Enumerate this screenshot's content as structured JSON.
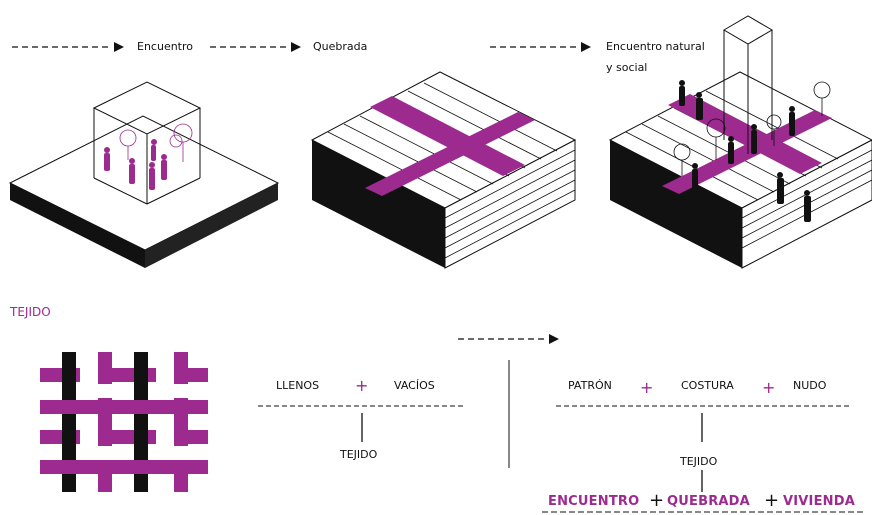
{
  "flow": {
    "step1": "Encuentro",
    "step2": "Quebrada",
    "step3_line1": "Encuentro natural",
    "step3_line2": "y social"
  },
  "section_title": "TEJIDO",
  "equation1": {
    "left": "LLENOS",
    "op": "+",
    "right": "VACÍOS",
    "result": "TEJIDO"
  },
  "equation2": {
    "a": "PATRÓN",
    "op1": "+",
    "b": "COSTURA",
    "op2": "+",
    "c": "NUDO",
    "result": "TEJIDO"
  },
  "final": {
    "a": "ENCUENTRO",
    "op1": "+",
    "b": "QUEBRADA",
    "op2": "+",
    "c": "VIVIENDA"
  },
  "colors": {
    "accent": "#9c2a8f",
    "ink": "#111111"
  }
}
